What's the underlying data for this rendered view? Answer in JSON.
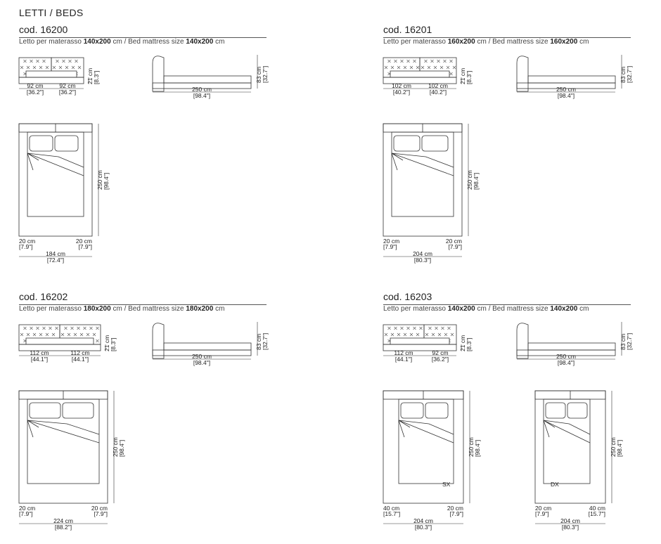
{
  "heading": "LETTI / BEDS",
  "size_prefix": "Letto per materasso",
  "size_mid": "/ Bed mattress size",
  "unit": "cm",
  "blocks": [
    {
      "code": "cod. 16200",
      "mattress": "140x200",
      "side": [
        "92 cm",
        "92 cm"
      ],
      "side_in": [
        "[36.2\"]",
        "[36.2\"]"
      ],
      "gap_h": "21 cm",
      "gap_h_in": "[8.3\"]",
      "height": "83 cm",
      "height_in": "[32.7\"]",
      "length": "250 cm",
      "length_in": "[98.4\"]",
      "frame_l": "20 cm",
      "frame_l_in": "[7.9\"]",
      "frame_r": "20 cm",
      "frame_r_in": "[7.9\"]",
      "width": "184 cm",
      "width_in": "[72.4\"]",
      "label": ""
    },
    {
      "code": "cod. 16201",
      "mattress": "160x200",
      "side": [
        "102 cm",
        "102 cm"
      ],
      "side_in": [
        "[40.2\"]",
        "[40.2\"]"
      ],
      "gap_h": "21 cm",
      "gap_h_in": "[8.3\"]",
      "height": "83 cm",
      "height_in": "[32.7\"]",
      "length": "250 cm",
      "length_in": "[98.4\"]",
      "frame_l": "20 cm",
      "frame_l_in": "[7.9\"]",
      "frame_r": "20 cm",
      "frame_r_in": "[7.9\"]",
      "width": "204 cm",
      "width_in": "[80.3\"]",
      "label": ""
    },
    {
      "code": "cod. 16202",
      "mattress": "180x200",
      "side": [
        "112 cm",
        "112 cm"
      ],
      "side_in": [
        "[44.1\"]",
        "[44.1\"]"
      ],
      "gap_h": "21 cm",
      "gap_h_in": "[8.3\"]",
      "height": "83 cm",
      "height_in": "[32.7\"]",
      "length": "250 cm",
      "length_in": "[98.4\"]",
      "frame_l": "20 cm",
      "frame_l_in": "[7.9\"]",
      "frame_r": "20 cm",
      "frame_r_in": "[7.9\"]",
      "width": "224 cm",
      "width_in": "[88.2\"]",
      "label": ""
    },
    {
      "code": "cod. 16203",
      "mattress": "140x200",
      "side": [
        "112 cm",
        "92 cm"
      ],
      "side_in": [
        "[44.1\"]",
        "[36.2\"]"
      ],
      "gap_h": "21 cm",
      "gap_h_in": "[8.3\"]",
      "height": "83 cm",
      "height_in": "[32.7\"]",
      "length": "250 cm",
      "length_in": "[98.4\"]",
      "frame_l": "40 cm",
      "frame_l_in": "[15.7\"]",
      "frame_r": "20 cm",
      "frame_r_in": "[7.9\"]",
      "width": "204 cm",
      "width_in": "[80.3\"]",
      "label": "SX",
      "extra": {
        "label": "DX",
        "frame_l": "20 cm",
        "frame_l_in": "[7.9\"]",
        "frame_r": "40 cm",
        "frame_r_in": "[15.7\"]",
        "width": "204 cm",
        "width_in": "[80.3\"]",
        "length": "250 cm",
        "length_in": "[98.4\"]"
      }
    }
  ]
}
